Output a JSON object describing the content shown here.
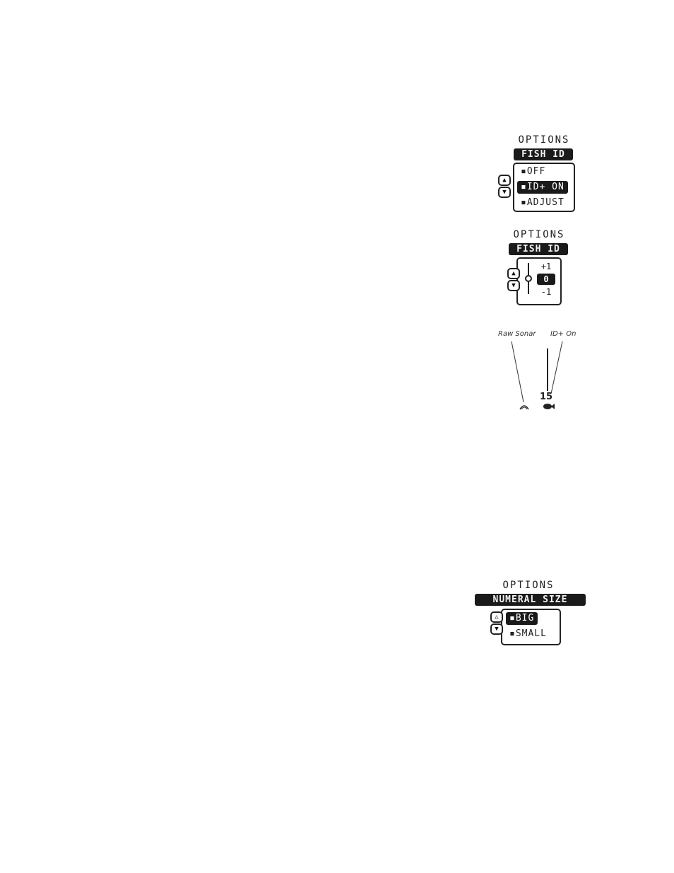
{
  "panel_fish_id_menu": {
    "title": "OPTIONS",
    "banner": "FISH ID",
    "options": [
      "OFF",
      "ID+ ON",
      "ADJUST"
    ],
    "selected": "ID+ ON",
    "up_icon": "up-arrow-icon",
    "down_icon": "down-arrow-icon"
  },
  "panel_fish_id_adjust": {
    "title": "OPTIONS",
    "banner": "FISH ID",
    "values": [
      "+1",
      "0",
      "-1"
    ],
    "selected": "0",
    "up_icon": "up-arrow-icon",
    "down_icon": "down-arrow-icon"
  },
  "sonar_figure": {
    "raw_sonar_label": "Raw Sonar",
    "id_on_label": "ID+ On",
    "depth_label": "15",
    "raw_icon": "fish-arch-icon",
    "fish_icon": "fish-icon"
  },
  "panel_numeral_size": {
    "title": "OPTIONS",
    "banner": "NUMERAL SIZE",
    "options": [
      "BIG",
      "SMALL"
    ],
    "selected": "BIG",
    "up_icon": "up-arrow-icon",
    "down_icon": "down-arrow-icon"
  }
}
